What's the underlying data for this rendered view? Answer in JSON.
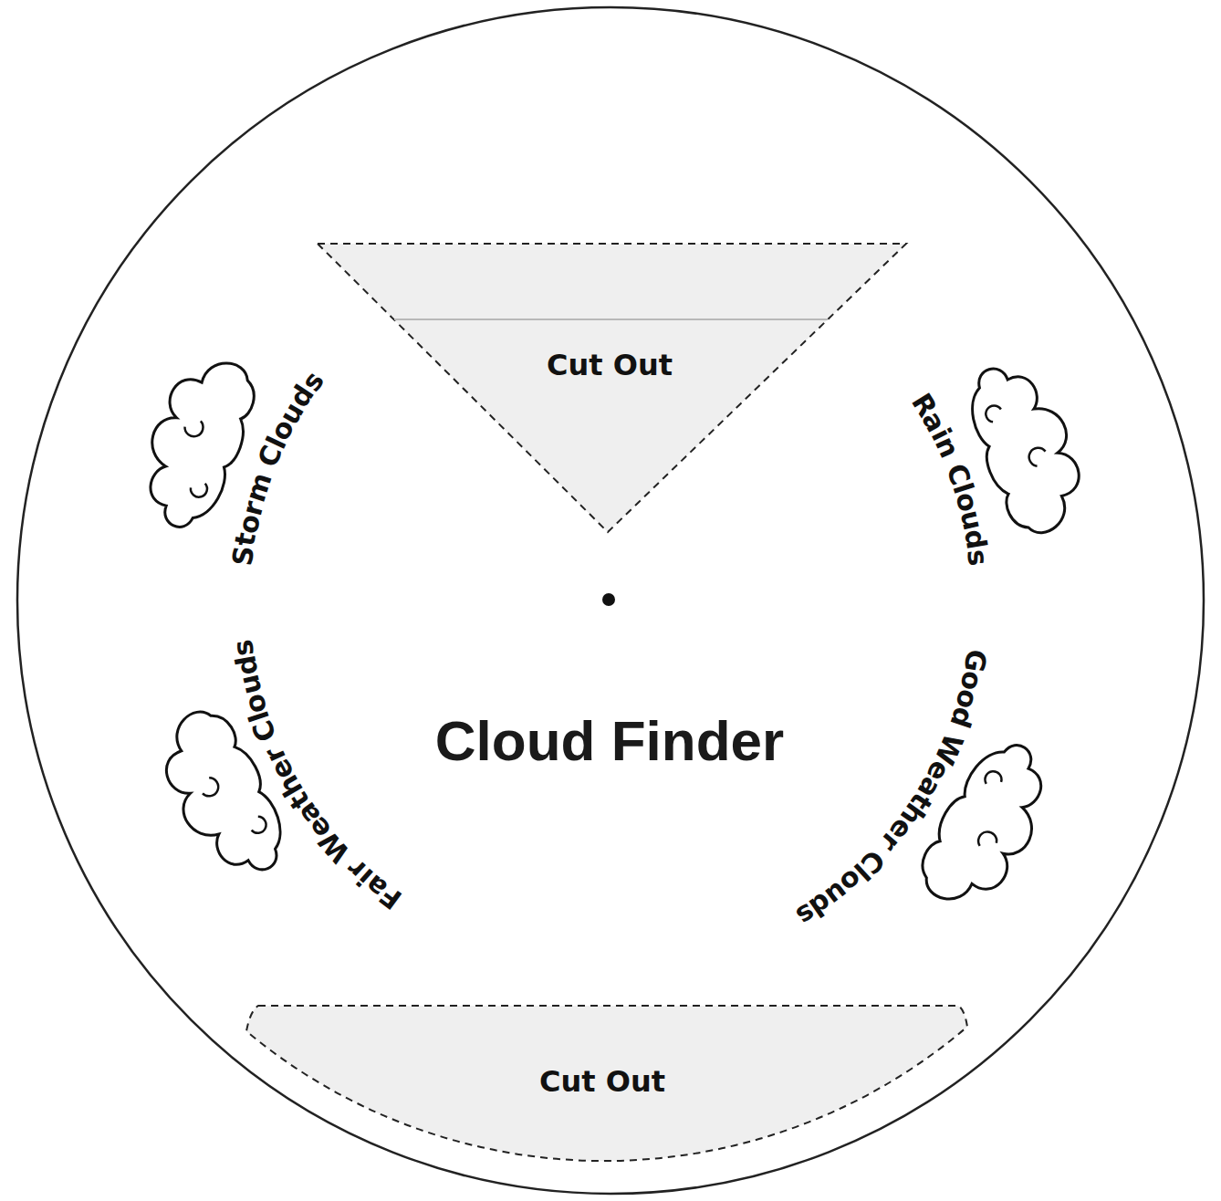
{
  "diagram": {
    "title": "Cloud Finder",
    "nodes": [
      {
        "text": [
          "Cut Out"
        ]
      },
      {
        "text": [
          "Cut Out"
        ]
      }
    ],
    "labels": [
      "Storm Clouds",
      "Rain Clouds",
      "Good Weather Clouds",
      "Fair Weather Clouds"
    ]
  }
}
